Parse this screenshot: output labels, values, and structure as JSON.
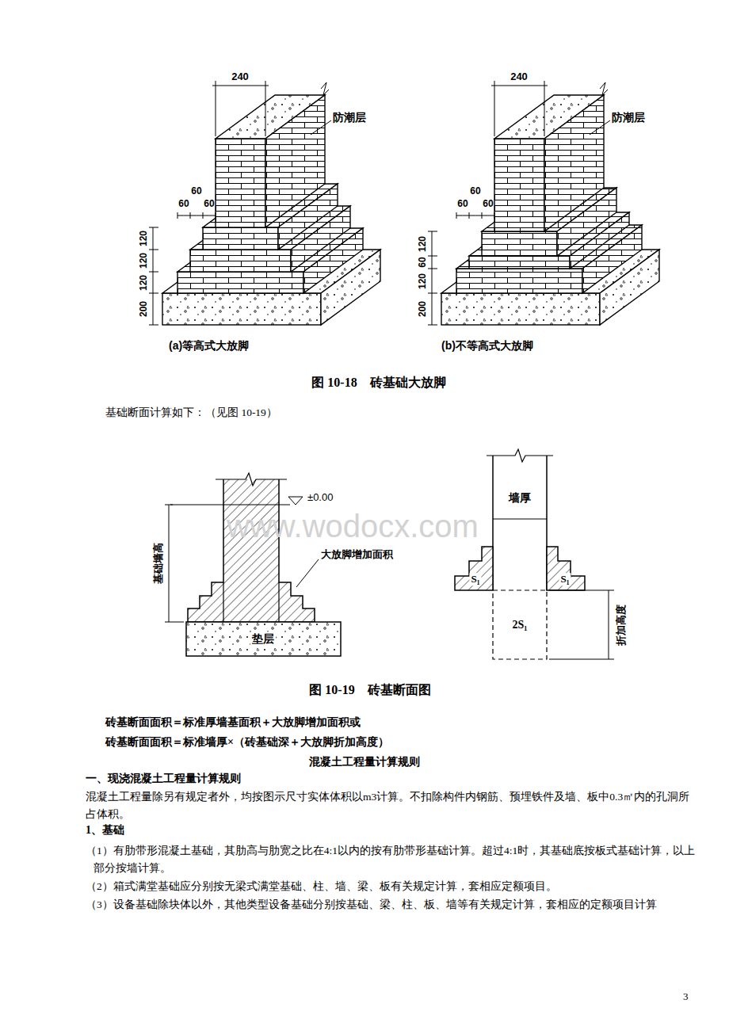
{
  "diagram": {
    "labels": [
      "240",
      "防潮层",
      "60",
      "60",
      "60",
      "120",
      "120",
      "120",
      "200",
      "(a)等高式大放脚",
      "240",
      "防潮层",
      "60",
      "60",
      "60",
      "120",
      "60",
      "120",
      "200",
      "(b)不等高式大放脚",
      "图 10-18　砖基础大放脚",
      "基础断面计算如下：（见图 10-19）",
      "www.wodocx.com",
      "±0.00",
      "基础墙高",
      "大放脚增加面积",
      "垫层",
      "墙厚",
      "S₁",
      "S₁",
      "2S₁",
      "折加高度",
      "图 10-19　砖基断面图",
      "砖基断面面积＝标准厚墙基面积＋大放脚增加面积或",
      "砖基断面面积＝标准墙厚×（砖基础深＋大放脚折加高度）",
      "混凝土工程量计算规则",
      "一、现浇混凝土工程量计算规则",
      "混凝土工程量除另有规定者外，均按图示尺寸实体体积以m3计算。不扣除构件内钢筋、预埋铁件及墙、板中0.3㎡内的孔洞所占体积。",
      "1、基础",
      "（1）有肋带形混凝土基础，其肋高与肋宽之比在4:1以内的按有肋带形基础计算。超过4:1时，其基础底按板式基础计算，以上部分按墙计算。",
      "（2）箱式满堂基础应分别按无梁式满堂基础、柱、墙、梁、板有关规定计算，套相应定额项目。",
      "（3）设备基础除块体以外，其他类型设备基础分别按基础、梁、柱、板、墙等有关规定计算，套相应的定额项目计算",
      "3"
    ]
  }
}
